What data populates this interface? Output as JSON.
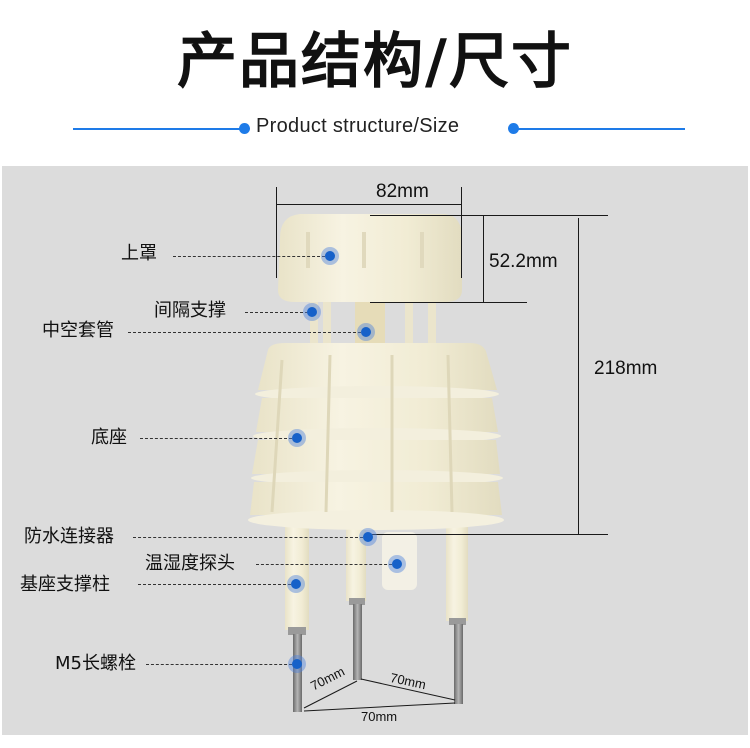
{
  "header": {
    "title": "产品结构/尺寸",
    "subtitle": "Product structure/Size",
    "accent_color": "#1e7be8"
  },
  "diagram": {
    "background_color": "#dcdcdc",
    "product_color": "#f1ecd6",
    "marker_color": "#1661c9",
    "parts": [
      {
        "label": "上罩"
      },
      {
        "label": "间隔支撑"
      },
      {
        "label": "中空套管"
      },
      {
        "label": "底座"
      },
      {
        "label": "防水连接器"
      },
      {
        "label": "温湿度探头"
      },
      {
        "label": "基座支撑柱"
      },
      {
        "label": "M5长螺栓"
      }
    ],
    "dimensions": {
      "cap_width": "82mm",
      "cap_height": "52.2mm",
      "total_height": "218mm",
      "bolt_spacing_left": "70mm",
      "bolt_spacing_right": "70mm",
      "bolt_spacing_bottom": "70mm"
    }
  }
}
